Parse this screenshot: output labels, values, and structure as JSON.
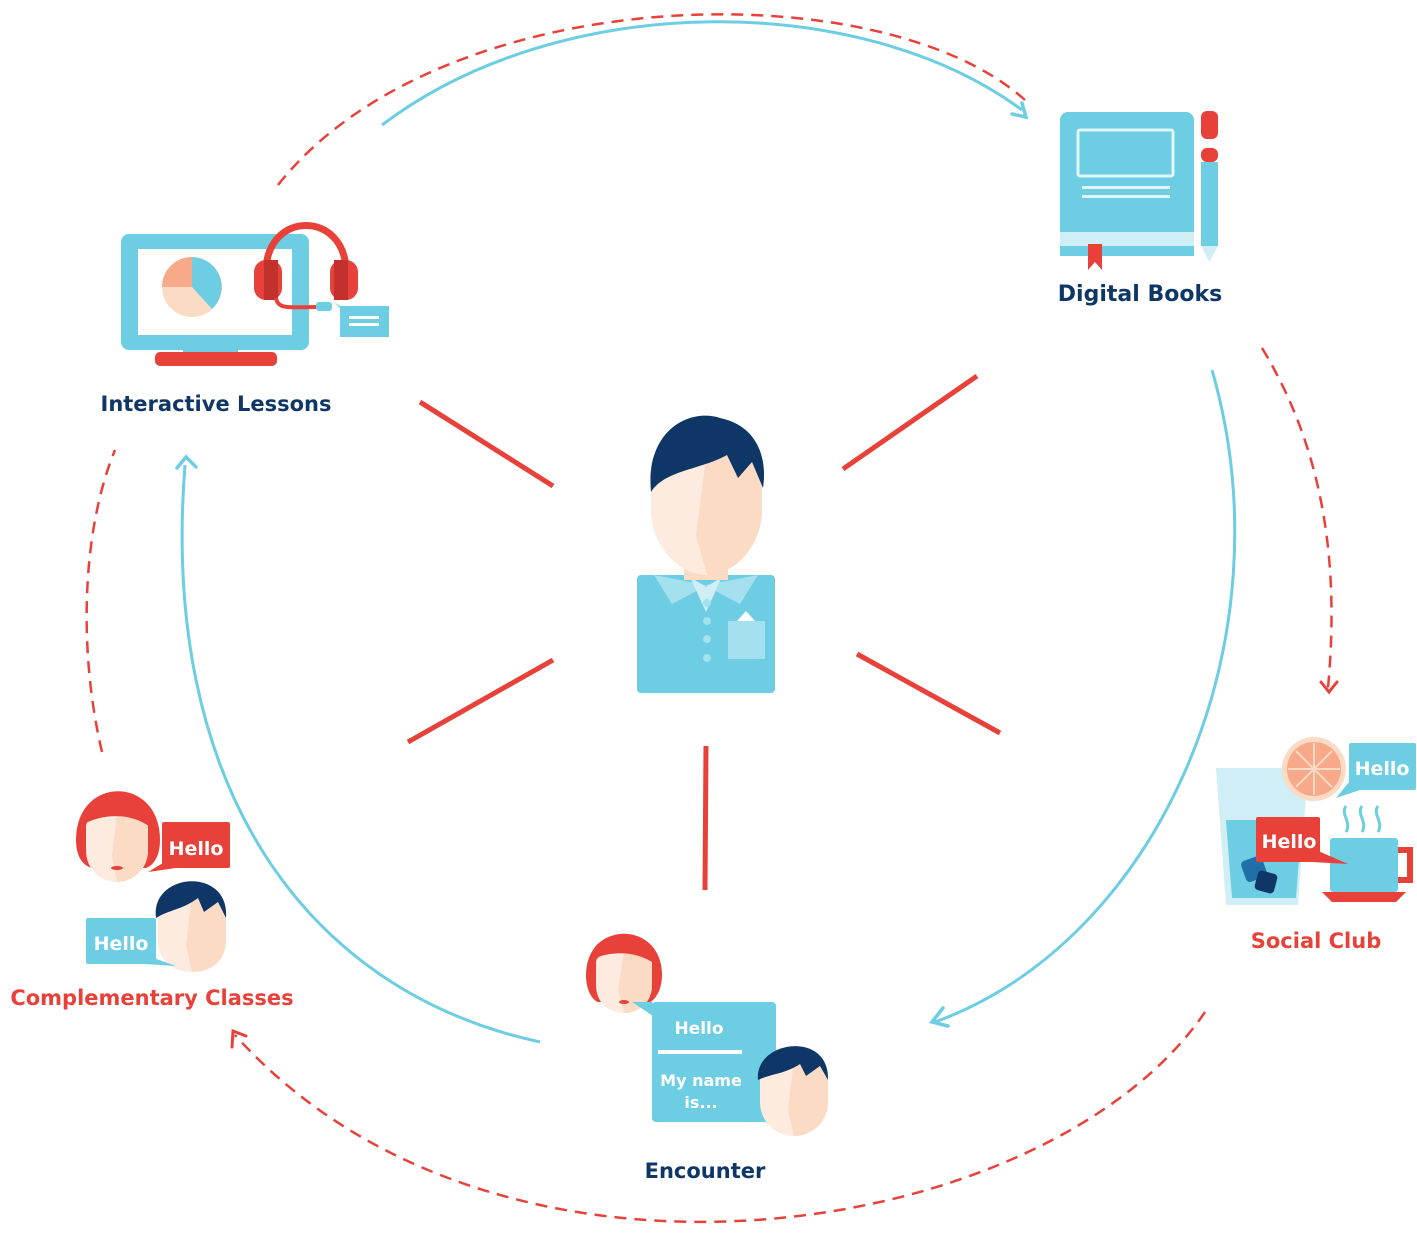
{
  "colors": {
    "navy": "#0e3768",
    "red": "#e8413a",
    "blue": "#6dcde3",
    "light_blue": "#cfeef6",
    "skin": "#fcdbc5",
    "skin_light": "#fdebe0",
    "peach": "#f7a98a",
    "white": "#ffffff"
  },
  "nodes": {
    "interactive_lessons": {
      "label": "Interactive Lessons"
    },
    "digital_books": {
      "label": "Digital Books"
    },
    "social_club": {
      "label": "Social Club",
      "bubble_top": "Hello",
      "bubble_mid": "Hello"
    },
    "encounter": {
      "label": "Encounter",
      "bubble_line1": "Hello",
      "bubble_line2": "My name",
      "bubble_line3": "is..."
    },
    "complementary_classes": {
      "label": "Complementary Classes",
      "bubble_top": "Hello",
      "bubble_bottom": "Hello"
    }
  },
  "icons": {
    "center": "student-icon",
    "lessons": "monitor-headset-icon",
    "books": "book-pencil-icon",
    "social": "drinks-icon",
    "encounter": "conversation-icon",
    "classes": "people-chat-icon"
  }
}
